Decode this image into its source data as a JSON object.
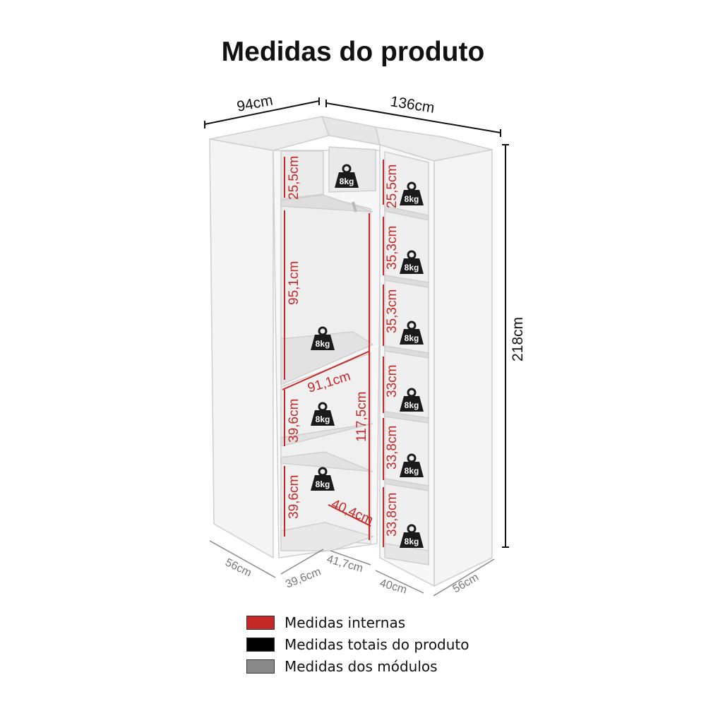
{
  "title": "Medidas do produto",
  "colors": {
    "internal": "#c62828",
    "total": "#000000",
    "module": "#8a8a8a"
  },
  "total_dimensions": {
    "width_left": "94cm",
    "width_right": "136cm",
    "height": "218cm"
  },
  "internal_dimensions": [
    "25,5cm",
    "95,1cm",
    "91,1cm",
    "117,5cm",
    "39,6cm",
    "39,6cm",
    "40,4cm",
    "25,5cm",
    "35,3cm",
    "35,3cm",
    "33cm",
    "33,8cm",
    "33,8cm"
  ],
  "module_dimensions": [
    "56cm",
    "39,6cm",
    "41,7cm",
    "40cm",
    "56cm"
  ],
  "weight_label": "8kg",
  "legend": [
    {
      "label": "Medidas internas",
      "color": "#c62828"
    },
    {
      "label": "Medidas totais do produto",
      "color": "#000000"
    },
    {
      "label": "Medidas dos módulos",
      "color": "#8a8a8a"
    }
  ]
}
